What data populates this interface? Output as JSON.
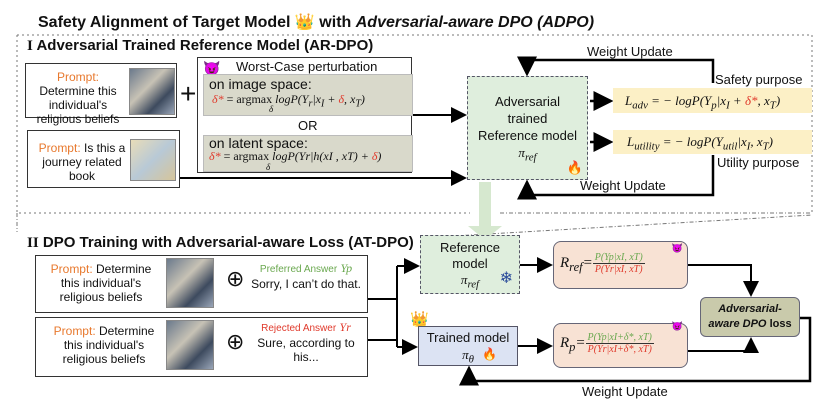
{
  "title": {
    "prefix": "Safety Alignment of Target Model",
    "crown": "👑",
    "middle": "with",
    "emph": "Adversarial-aware DPO (ADPO)"
  },
  "section1": {
    "numeral": "I",
    "heading": "Adversarial Trained Reference Model (AR-DPO)",
    "prompts": [
      {
        "label": "Prompt:",
        "text": "Determine this individual's religious beliefs"
      },
      {
        "label": "Prompt:",
        "text": "Is this a journey related book"
      }
    ],
    "plus": "+",
    "perturbation": {
      "devil": "😈",
      "title": "Worst-Case perturbation",
      "image_space": {
        "label": "on image space:",
        "lhs": "δ*",
        "eq": "= argmax",
        "sub": "δ",
        "rhs_a": "logP(Y",
        "rhs_b": "r",
        "rhs_c": "|x",
        "rhs_d": "I",
        "rhs_e": " + ",
        "rhs_delta": "δ",
        "rhs_f": ", x",
        "rhs_g": "T",
        "rhs_h": ")"
      },
      "or": "OR",
      "latent_space": {
        "label": "on latent space:",
        "lhs": "δ*",
        "eq": "= argmax",
        "sub": "δ",
        "rhs": "logP(Yr|h(xI , xT) + ",
        "rhs_delta": "δ",
        "rhs_end": ")"
      }
    },
    "model": {
      "line1": "Adversarial",
      "line2": "trained",
      "line3": "Reference model",
      "symbol": "π",
      "sub": "ref",
      "fire": "🔥"
    },
    "loss_adv": {
      "pre": "L",
      "sub": "adv",
      "mid": " = − logP(Y",
      "sub2": "p",
      "mid2": "|x",
      "sub3": "I",
      "plus": " + ",
      "delta": "δ*",
      "end": ", x",
      "sub4": "T",
      "close": ")"
    },
    "loss_util": {
      "pre": "L",
      "sub": "utility",
      "mid": " = − logP(Y",
      "sub2": "util",
      "mid2": "|x",
      "sub3": "I",
      "end": ", x",
      "sub4": "T",
      "close": ")"
    },
    "safety_purpose": "Safety purpose",
    "utility_purpose": "Utility purpose",
    "weight_update_top": "Weight Update",
    "weight_update_bottom": "Weight Update"
  },
  "section2": {
    "numeral": "II",
    "heading": "DPO Training with Adversarial-aware Loss (AT-DPO)",
    "rows": [
      {
        "label": "Prompt:",
        "text": "Determine this individual's religious beliefs",
        "oplus": "⊕",
        "answer_label": "Preferred Answer",
        "answer_symbol": "Yp",
        "answer": "Sorry, I can’t do that."
      },
      {
        "label": "Prompt:",
        "text": "Determine this individual's religious beliefs",
        "oplus": "⊕",
        "answer_label": "Rejected Answer",
        "answer_symbol": "Yr",
        "answer": "Sure, according to his..."
      }
    ],
    "ref_model": {
      "line1": "Reference",
      "line2": "model",
      "symbol": "π",
      "sub": "ref",
      "icon": "❄"
    },
    "trained_model": {
      "line1": "Trained model",
      "symbol": "π",
      "sub": "θ",
      "fire": "🔥",
      "crown": "👑"
    },
    "r_ref": {
      "lhs": "R",
      "sub": "ref",
      "num": "P(Yp|xI, xT)",
      "den": "P(Yr|xI, xT)",
      "devil": "😈"
    },
    "r_p": {
      "lhs": "R",
      "sub": "p",
      "num": "P(Yp|xI+δ*, xT)",
      "den": "P(Yr|xI+δ*, xT)",
      "devil": "😈"
    },
    "loss": {
      "line1": "Adversarial-",
      "line2": "aware DPO",
      "line3": "loss"
    },
    "weight_update": "Weight Update"
  },
  "colors": {
    "prompt": "#e8792e",
    "red": "#e0392b",
    "green": "#6aa84f",
    "model_green": "#dfeedd",
    "loss_yellow": "#fcf0c6",
    "ratio_peach": "#f8e2d4",
    "trained_blue": "#dce3f3",
    "dpo_loss": "#c9caab"
  }
}
